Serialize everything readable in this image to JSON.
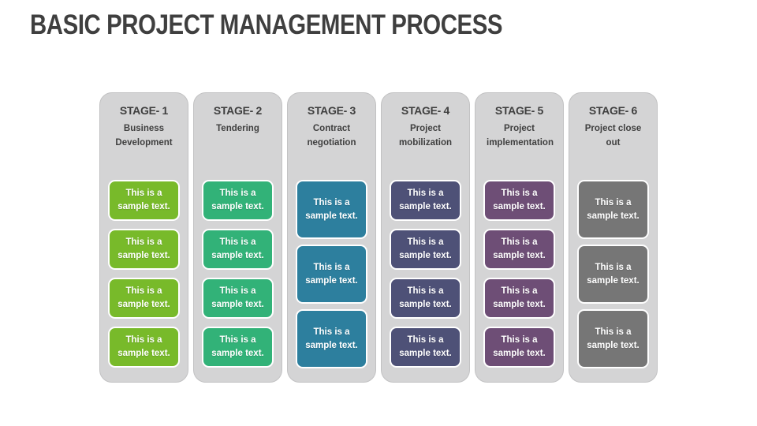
{
  "title": "BASIC PROJECT MANAGEMENT PROCESS",
  "box_text": "This is a sample text.",
  "colors": {
    "slide_background": "#FFFFFF",
    "title_text": "#3F3F3F",
    "column_background": "#D4D4D5",
    "column_border": "#C2C2C3",
    "header_text": "#3F3F3F",
    "box_text_color": "#FFFFFF",
    "box_border": "#FFFFFF"
  },
  "stages": [
    {
      "label": "STAGE- 1",
      "name": "Business Development",
      "box_color": "#78BA2A",
      "box_count": 4
    },
    {
      "label": "STAGE- 2",
      "name": "Tendering",
      "box_color": "#32B278",
      "box_count": 4
    },
    {
      "label": "STAGE- 3",
      "name": "Contract negotiation",
      "box_color": "#2D7F9E",
      "box_count": 3
    },
    {
      "label": "STAGE- 4",
      "name": "Project mobilization",
      "box_color": "#4E5177",
      "box_count": 4
    },
    {
      "label": "STAGE- 5",
      "name": "Project implementation",
      "box_color": "#6E4E76",
      "box_count": 4
    },
    {
      "label": "STAGE- 6",
      "name": "Project close out",
      "box_color": "#767676",
      "box_count": 3
    }
  ]
}
